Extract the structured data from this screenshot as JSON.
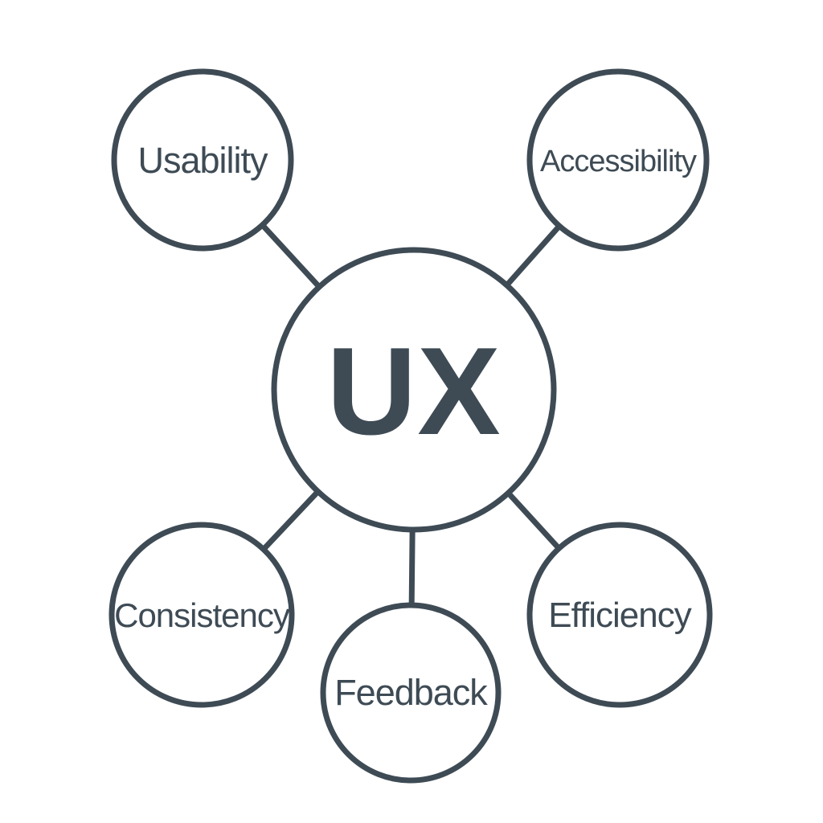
{
  "diagram": {
    "type": "mindmap",
    "center": {
      "label": "UX"
    },
    "nodes": [
      {
        "id": "usability",
        "label": "Usability"
      },
      {
        "id": "accessibility",
        "label": "Accessibility"
      },
      {
        "id": "consistency",
        "label": "Consistency"
      },
      {
        "id": "feedback",
        "label": "Feedback"
      },
      {
        "id": "efficiency",
        "label": "Efficiency"
      }
    ],
    "connections": [
      [
        "UX",
        "Usability"
      ],
      [
        "UX",
        "Accessibility"
      ],
      [
        "UX",
        "Consistency"
      ],
      [
        "UX",
        "Feedback"
      ],
      [
        "UX",
        "Efficiency"
      ]
    ],
    "colors": {
      "stroke": "#3e4b55",
      "text": "#3e4b55",
      "node_fill": "#ffffff",
      "background": "#ffffff"
    }
  }
}
